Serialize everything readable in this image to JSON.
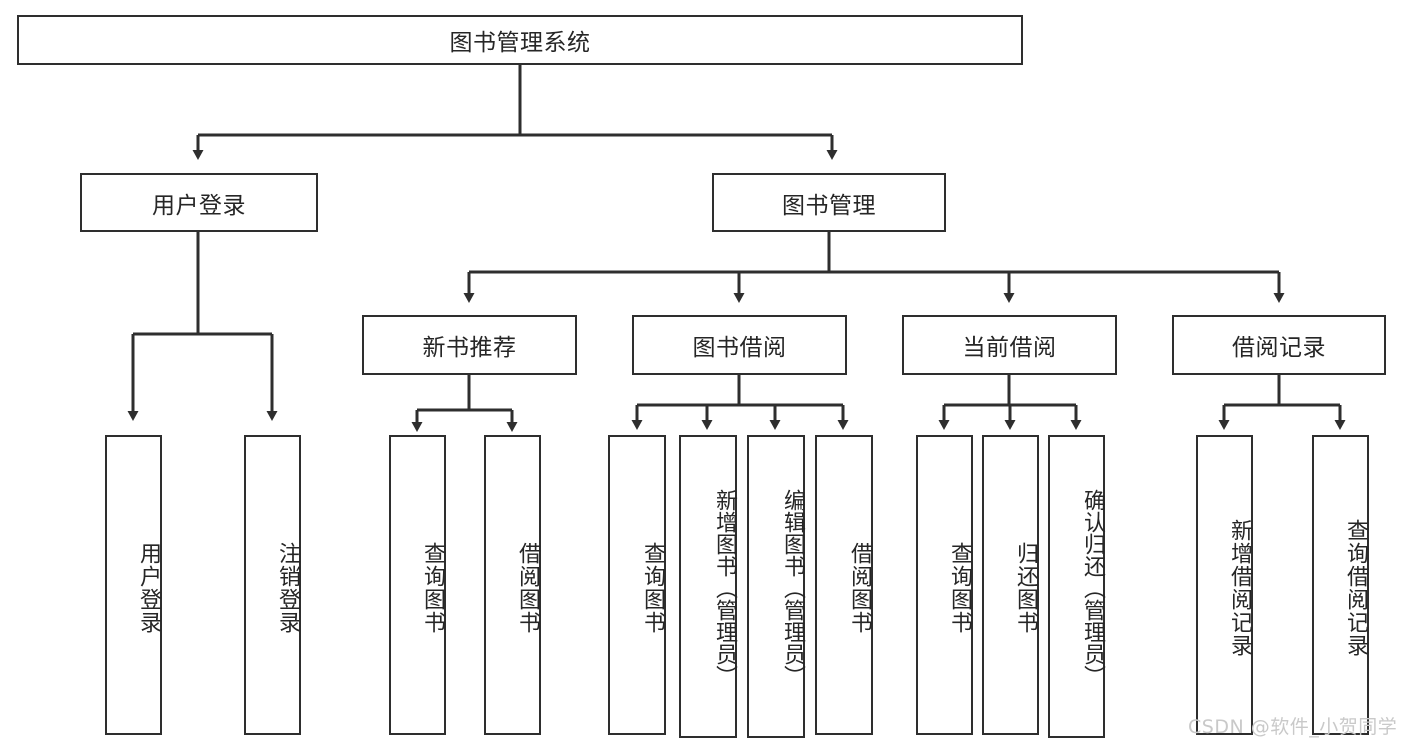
{
  "diagram": {
    "type": "tree",
    "title": "图书管理系统",
    "watermark": "CSDN @软件_小贺同学",
    "colors": {
      "background": "#ffffff",
      "box_border": "#2e2e2e",
      "box_fill": "#ffffff",
      "text": "#262626",
      "connector": "#2e2e2e",
      "watermark": "#c9c9c9"
    },
    "nodes": {
      "root": {
        "label": "图书管理系统"
      },
      "level2": [
        {
          "label": "用户登录"
        },
        {
          "label": "图书管理"
        }
      ],
      "level3": [
        {
          "label": "新书推荐"
        },
        {
          "label": "图书借阅"
        },
        {
          "label": "当前借阅"
        },
        {
          "label": "借阅记录"
        }
      ],
      "leaves": {
        "user_login": [
          {
            "label": "用户登录"
          },
          {
            "label": "注销登录"
          }
        ],
        "new_book_recommend": [
          {
            "label": "查询图书"
          },
          {
            "label": "借阅图书"
          }
        ],
        "book_borrow": [
          {
            "label": "查询图书"
          },
          {
            "label": "新增图书（管理员）"
          },
          {
            "label": "编辑图书（管理员）"
          },
          {
            "label": "借阅图书"
          }
        ],
        "current_borrow": [
          {
            "label": "查询图书"
          },
          {
            "label": "归还图书"
          },
          {
            "label": "确认归还（管理员）"
          }
        ],
        "borrow_record": [
          {
            "label": "新增借阅记录"
          },
          {
            "label": "查询借阅记录"
          }
        ]
      }
    }
  }
}
